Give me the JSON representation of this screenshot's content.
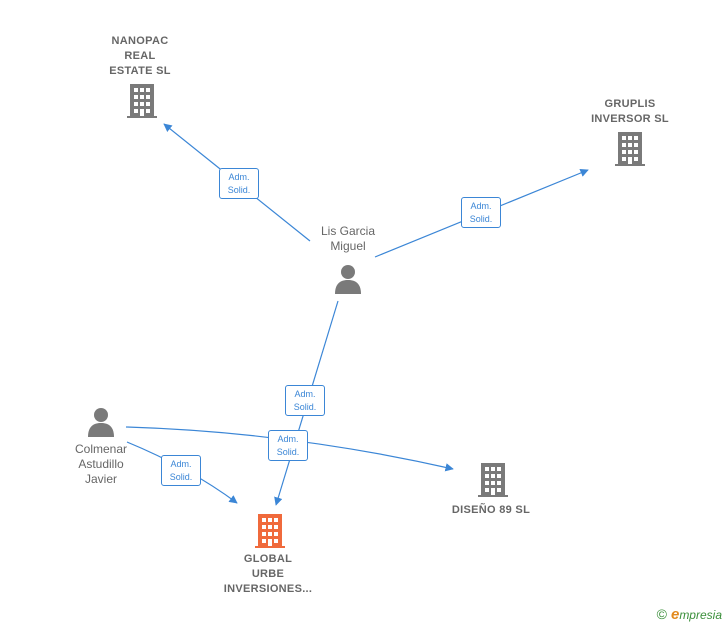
{
  "nodes": {
    "nanopac": {
      "label": "NANOPAC\nREAL\nESTATE  SL",
      "type": "company"
    },
    "gruplis": {
      "label": "GRUPLIS\nINVERSOR  SL",
      "type": "company"
    },
    "lis_garcia": {
      "label": "Lis Garcia\nMiguel",
      "type": "person"
    },
    "colmenar": {
      "label": "Colmenar\nAstudillo\nJavier",
      "type": "person"
    },
    "diseno": {
      "label": "DISEÑO 89 SL",
      "type": "company"
    },
    "global_urbe": {
      "label": "GLOBAL\nURBE\nINVERSIONES...",
      "type": "company",
      "highlighted": true
    }
  },
  "edges": [
    {
      "from": "lis_garcia",
      "to": "nanopac",
      "label": "Adm.\nSolid."
    },
    {
      "from": "lis_garcia",
      "to": "gruplis",
      "label": "Adm.\nSolid."
    },
    {
      "from": "lis_garcia",
      "to": "global_urbe",
      "label": "Adm.\nSolid."
    },
    {
      "from": "colmenar",
      "to": "diseno",
      "label": "Adm.\nSolid."
    },
    {
      "from": "colmenar",
      "to": "global_urbe",
      "label": "Adm.\nSolid."
    }
  ],
  "colors": {
    "edge": "#3b86d6",
    "icon": "#7a7a7a",
    "highlight_icon": "#f06a3c",
    "label": "#666666"
  },
  "brand": {
    "copyright": "©",
    "e": "e",
    "rest": "mpresia"
  }
}
